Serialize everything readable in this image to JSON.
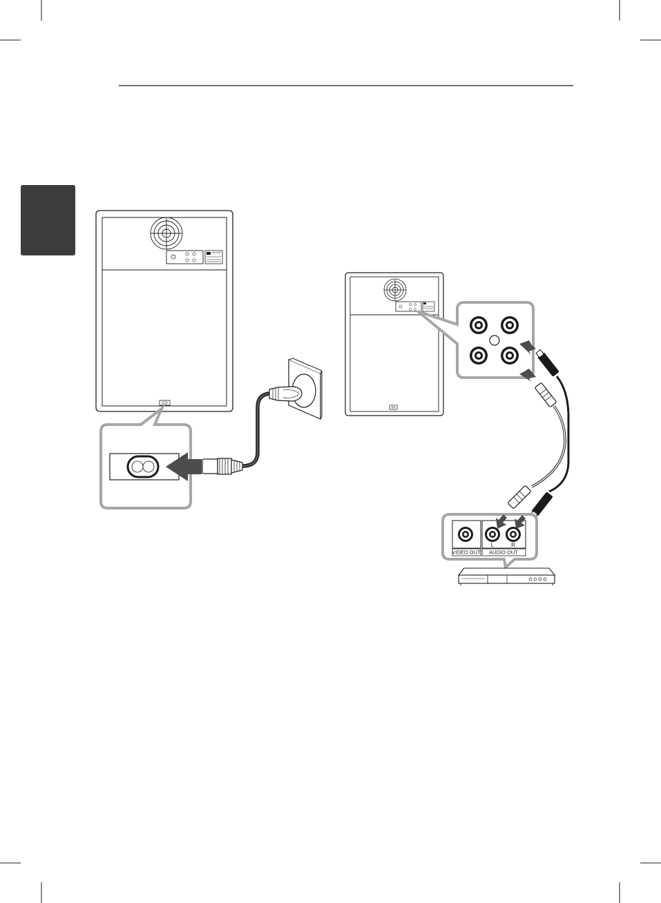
{
  "player_panel": {
    "video_out_label": "VIDEO OUT",
    "audio_out_label": "AUDIO OUT",
    "left_channel_label": "L",
    "right_channel_label": "R"
  },
  "colors": {
    "ink": "#1a1a1a",
    "gray": "#a6a6a6",
    "dark_gray": "#4d4d4d",
    "chapter_tab": "#3c3c3c"
  }
}
